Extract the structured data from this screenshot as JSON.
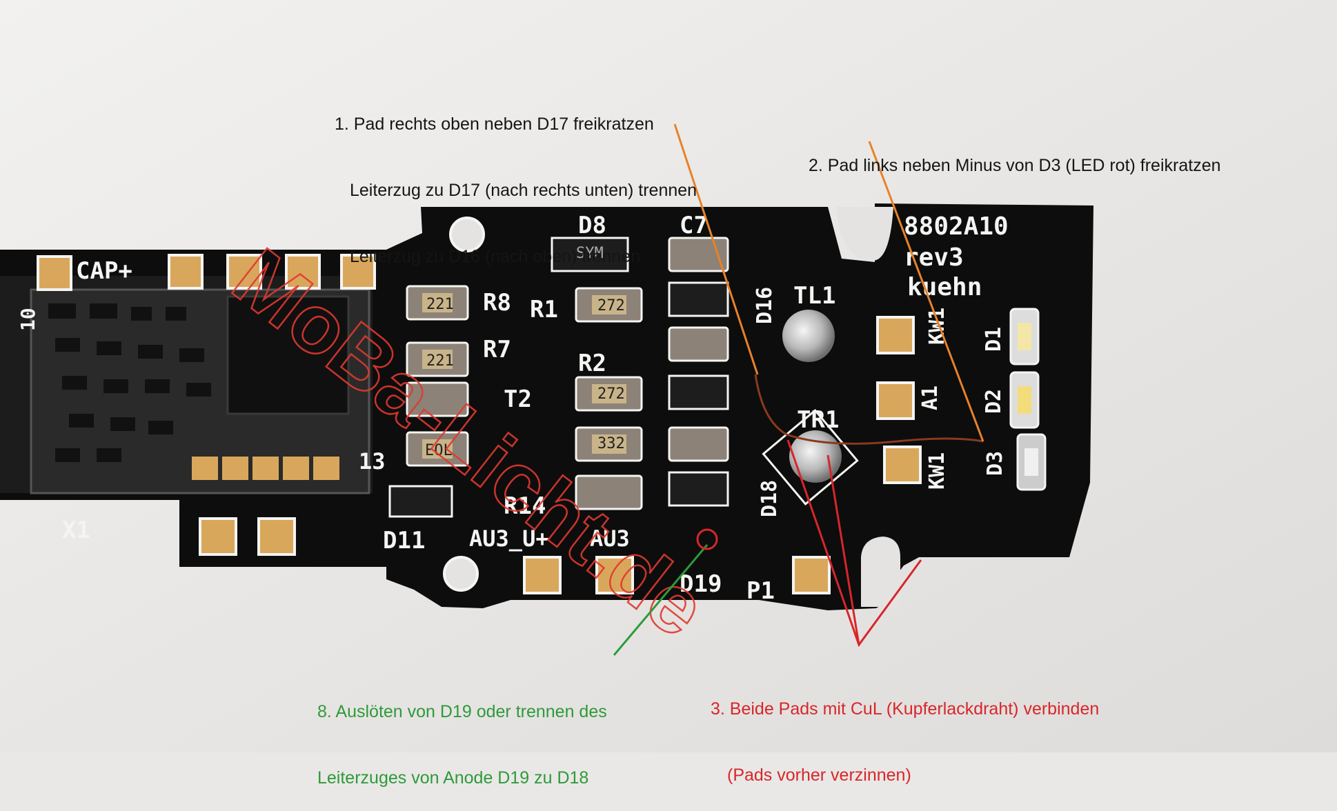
{
  "annotations": {
    "step1": {
      "line1": "1. Pad rechts oben neben D17 freikratzen",
      "line2": "Leiterzug zu D17 (nach rechts unten) trennen",
      "line3": "Leiterzug zu D16 (nach oben) trennen"
    },
    "step2": {
      "line1": "2. Pad links neben Minus von D3 (LED rot) freikratzen"
    },
    "step3": {
      "line1": "3. Beide Pads mit CuL (Kupferlackdraht) verbinden",
      "line2": "(Pads vorher verzinnen)"
    },
    "step8": {
      "line1": "8. Auslöten von D19 oder trennen des",
      "line2": "Leiterzuges von Anode D19 zu D18"
    }
  },
  "colors": {
    "pointer_step1": "#e8822a",
    "pointer_step2": "#e8822a",
    "pointer_step3": "#d8262a",
    "pointer_step8": "#2e9a3a",
    "pcb": "#0d0d0d",
    "silkscreen": "#f4f4f2",
    "pad_gold": "#d9a75c"
  },
  "board": {
    "id": "8802A10",
    "revision": "rev3",
    "maker": "kuehn"
  },
  "watermark": {
    "text": "MoBa-Licht.de"
  },
  "silkscreen_labels": {
    "cap": "CAP+",
    "d8": "D8",
    "c7": "C7",
    "r8": "R8",
    "r1": "R1",
    "r7": "R7",
    "r2": "R2",
    "t2": "T2",
    "d16": "D16",
    "tl1": "TL1",
    "tr1": "TR1",
    "kw1a": "KW1",
    "a1": "A1",
    "kw1b": "KW1",
    "d1": "D1",
    "d2": "D2",
    "d3": "D3",
    "d18": "D18",
    "r14": "R14",
    "d11": "D11",
    "au3u": "AU3_U+",
    "au3": "AU3",
    "d19": "D19",
    "p1": "P1",
    "x1": "X1",
    "n10": "10",
    "n13": "13"
  },
  "component_markings": {
    "r8": "221",
    "r7": "221",
    "r1": "272",
    "r2": "272",
    "r_eq": "EQL",
    "r_332": "332",
    "d8": "SYM"
  }
}
